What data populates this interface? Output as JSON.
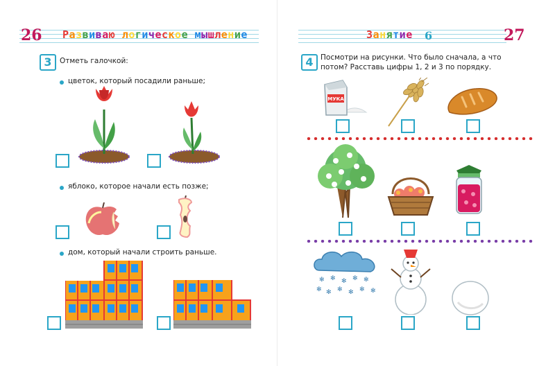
{
  "left": {
    "page_number": "26",
    "header_title": "Развиваю логическое мышление",
    "task": {
      "number": "3",
      "instruction": "Отметь галочкой:",
      "items": [
        {
          "text": "цветок, который посадили раньше;"
        },
        {
          "text": "яблоко, которое начали есть позже;"
        },
        {
          "text": "дом, который начали строить раньше."
        }
      ]
    }
  },
  "right": {
    "page_number": "27",
    "header_label": "Занятие",
    "lesson_number": "6",
    "task": {
      "number": "4",
      "instruction_line1": "Посмотри на рисунки. Что было сначала, а что",
      "instruction_line2": "потом? Расставь цифры 1, 2 и 3 по порядку.",
      "flour_label": "МУКА"
    }
  },
  "colors": {
    "accent": "#2aa6c7",
    "page_number": "#c2185b",
    "dots_row1": "#d62f2f",
    "dots_row2": "#7a3fa8",
    "title_letters": [
      "#e53935",
      "#fb8c00",
      "#fdd835",
      "#43a047",
      "#1e88e5",
      "#8e24aa",
      "#d81b60"
    ]
  },
  "icons": [
    "tulip-icon",
    "apple-icon",
    "apple-core-icon",
    "house-icon",
    "flour-bag-icon",
    "wheat-icon",
    "bread-icon",
    "tree-icon",
    "fruit-basket-icon",
    "jam-jar-icon",
    "snow-cloud-icon",
    "snowman-icon",
    "snowball-icon"
  ]
}
